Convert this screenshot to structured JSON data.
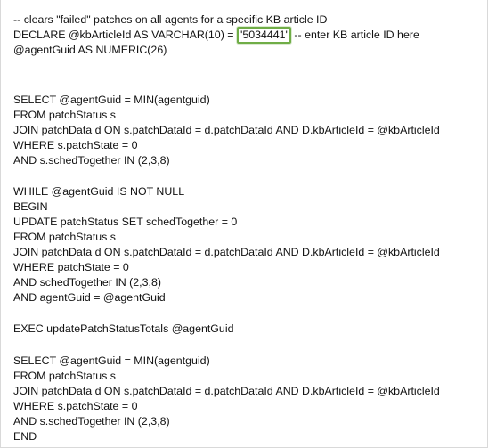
{
  "document": {
    "comment": "-- clears \"failed\" patches on all agents for a specific KB article ID",
    "declare_prefix": "DECLARE @kbArticleId AS VARCHAR(10) = ",
    "declare_value": "'5034441'",
    "declare_suffix": " -- enter KB article ID here",
    "declare_guid": "@agentGuid AS NUMERIC(26)",
    "block1": [
      "SELECT @agentGuid = MIN(agentguid)",
      "FROM patchStatus s",
      "JOIN patchData d ON s.patchDataId = d.patchDataId AND D.kbArticleId = @kbArticleId",
      "WHERE s.patchState = 0",
      "AND s.schedTogether IN (2,3,8)"
    ],
    "block2": [
      "WHILE @agentGuid IS NOT NULL",
      "BEGIN",
      "UPDATE patchStatus SET schedTogether = 0",
      "FROM patchStatus s",
      "JOIN patchData d ON s.patchDataId = d.patchDataId AND D.kbArticleId = @kbArticleId",
      "WHERE patchState = 0",
      "AND schedTogether IN (2,3,8)",
      "AND agentGuid = @agentGuid"
    ],
    "exec_line": "EXEC updatePatchStatusTotals @agentGuid",
    "block3": [
      "SELECT @agentGuid = MIN(agentguid)",
      "FROM patchStatus s",
      "JOIN patchData d ON s.patchDataId = d.patchDataId AND D.kbArticleId = @kbArticleId",
      "WHERE s.patchState = 0",
      "AND s.schedTogether IN (2,3,8)",
      "END"
    ]
  },
  "colors": {
    "text": "#111111",
    "highlight_border": "#70ad47"
  }
}
